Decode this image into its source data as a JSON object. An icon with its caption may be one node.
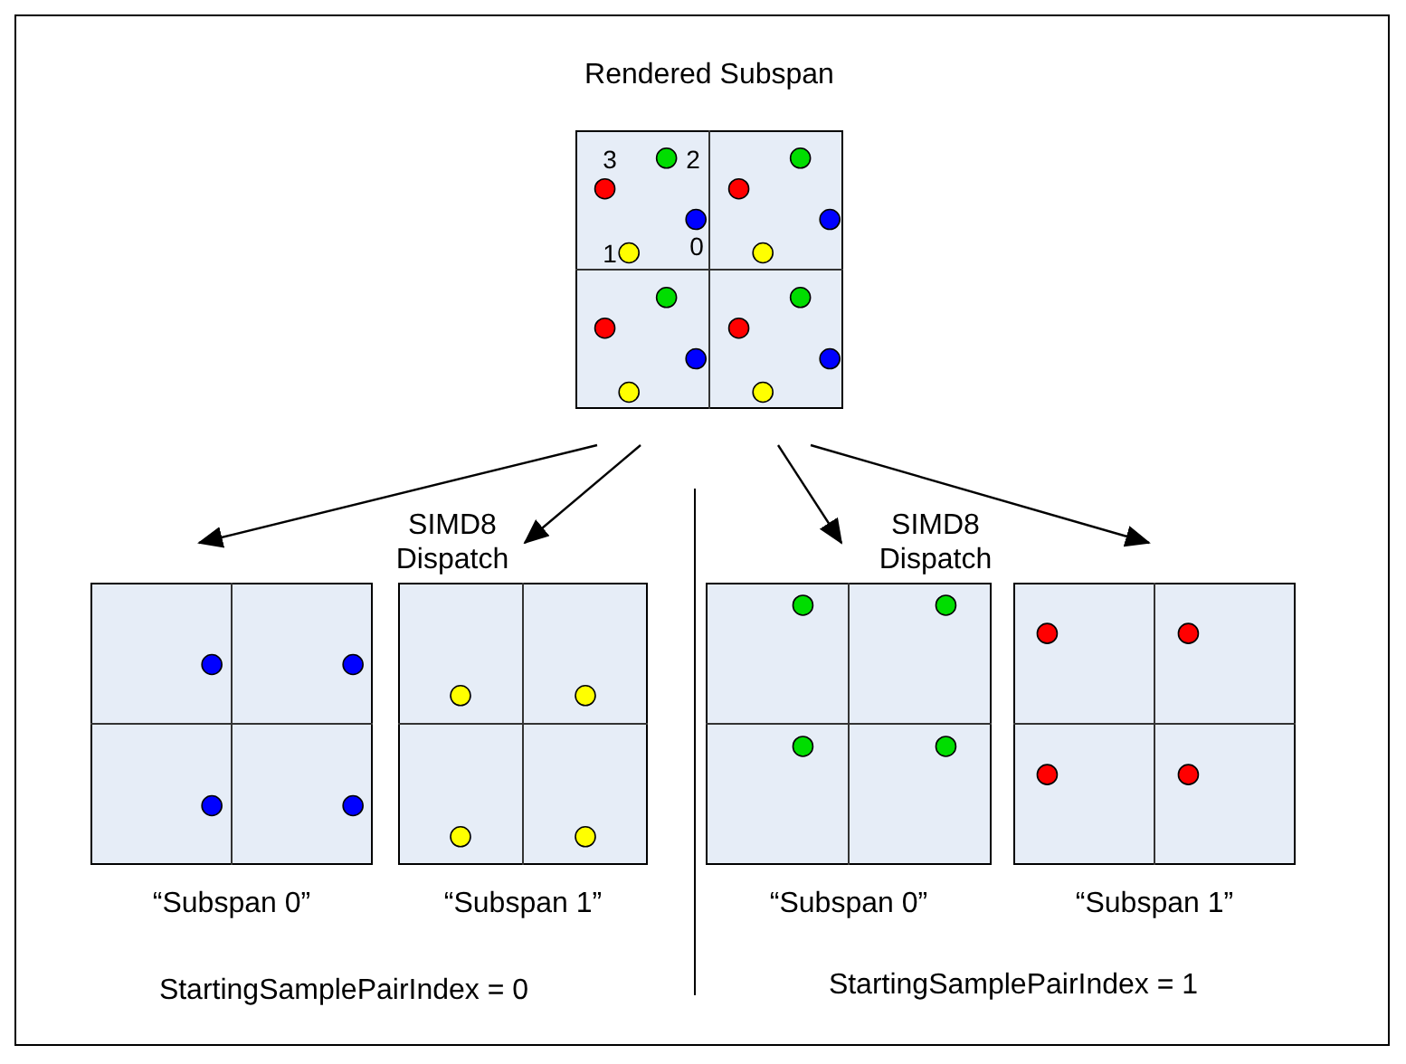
{
  "diagram": {
    "nodes": [
      {
        "text": [
          "Rendered Subspan"
        ]
      },
      {
        "text": [
          "“Subspan 0”"
        ]
      },
      {
        "text": [
          "“Subspan 1”"
        ]
      },
      {
        "text": [
          "“Subspan 0”"
        ]
      },
      {
        "text": [
          "“Subspan 1”"
        ]
      }
    ],
    "edges": [
      {
        "from": 0,
        "to": 1,
        "arrow": "to"
      },
      {
        "from": 0,
        "to": 2,
        "arrow": "to"
      },
      {
        "from": 0,
        "to": 3,
        "arrow": "to"
      },
      {
        "from": 0,
        "to": 4,
        "arrow": "to"
      }
    ],
    "labels": [
      "3",
      "2",
      "1",
      "0",
      "SIMD8 Dispatch",
      "SIMD8 Dispatch",
      "StartingSamplePairIndex = 0",
      "StartingSamplePairIndex = 1"
    ]
  }
}
